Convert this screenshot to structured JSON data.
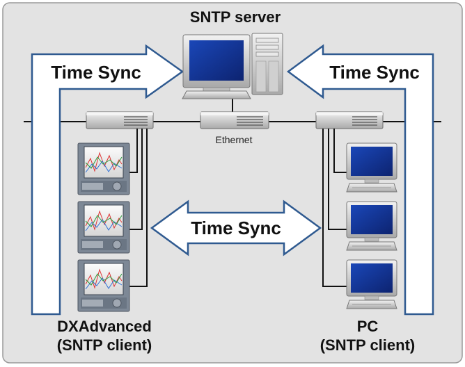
{
  "server": {
    "label": "SNTP server"
  },
  "network": {
    "label": "Ethernet"
  },
  "arrows": {
    "left_sync": "Time Sync",
    "right_sync": "Time Sync",
    "center_sync": "Time Sync"
  },
  "clients": {
    "left": {
      "name": "DXAdvanced",
      "role": "(SNTP client)"
    },
    "right": {
      "name": "PC",
      "role": "(SNTP client)"
    }
  },
  "colors": {
    "background": "#e3e3e3",
    "arrow_stroke": "#2f5a90",
    "screen_blue": "#15349a",
    "line": "#111111"
  }
}
